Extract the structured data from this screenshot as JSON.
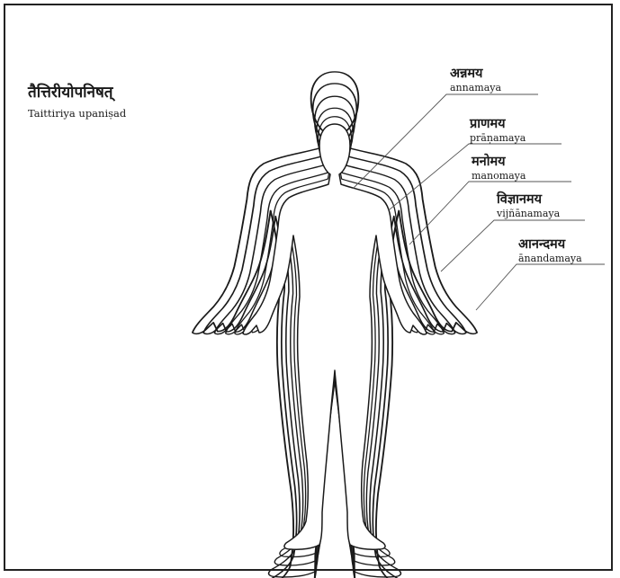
{
  "title": {
    "devanagari": "तैत्तिरीयोपनिषत्",
    "latin": "Taittiriya upaniṣad"
  },
  "sheaths": [
    {
      "devanagari": "अन्नमय",
      "latin": "annamaya"
    },
    {
      "devanagari": "प्राणमय",
      "latin": "prāṇamaya"
    },
    {
      "devanagari": "मनोमय",
      "latin": "manomaya"
    },
    {
      "devanagari": "विज्ञानमय",
      "latin": "vijñānamaya"
    },
    {
      "devanagari": "आनन्दमय",
      "latin": "ānandamaya"
    }
  ],
  "colors": {
    "outline": "#1a1a1a",
    "leader": "#555555",
    "frame": "#222222"
  }
}
